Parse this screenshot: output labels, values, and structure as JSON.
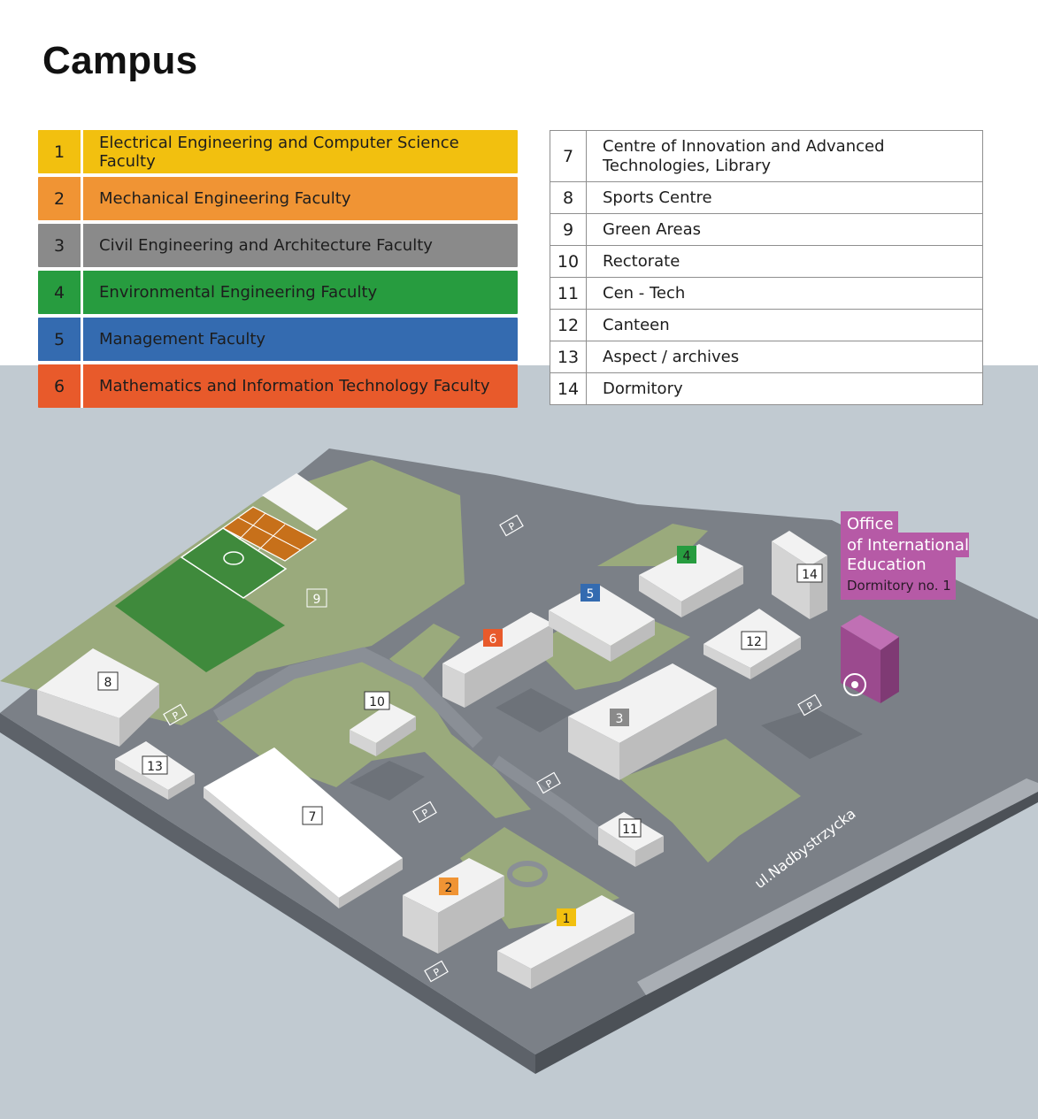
{
  "page": {
    "title": "Campus"
  },
  "faculties": [
    {
      "num": "1",
      "label": "Electrical Engineering and Computer Science Faculty",
      "color": "#f2c00f"
    },
    {
      "num": "2",
      "label": "Mechanical Engineering Faculty",
      "color": "#f09434"
    },
    {
      "num": "3",
      "label": "Civil Engineering and Architecture Faculty",
      "color": "#8a8a8a"
    },
    {
      "num": "4",
      "label": "Environmental Engineering Faculty",
      "color": "#279c3f"
    },
    {
      "num": "5",
      "label": "Management Faculty",
      "color": "#346bb0"
    },
    {
      "num": "6",
      "label": "Mathematics and Information Technology Faculty",
      "color": "#e85a2b"
    }
  ],
  "other_buildings": [
    {
      "num": "7",
      "label": "Centre of Innovation and Advanced Technologies, Library"
    },
    {
      "num": "8",
      "label": "Sports Centre"
    },
    {
      "num": "9",
      "label": "Green Areas"
    },
    {
      "num": "10",
      "label": "Rectorate"
    },
    {
      "num": "11",
      "label": "Cen - Tech"
    },
    {
      "num": "12",
      "label": "Canteen"
    },
    {
      "num": "13",
      "label": "Aspect / archives"
    },
    {
      "num": "14",
      "label": "Dormitory"
    }
  ],
  "map": {
    "callout": {
      "line1": "Office",
      "line2": "of International",
      "line3": "Education",
      "line4": "Dormitory no. 1",
      "color": "#b65aa6"
    },
    "street": "ul.Nadbystrzycka",
    "parking_label": "P",
    "markers": {
      "m1": "1",
      "m2": "2",
      "m3": "3",
      "m4": "4",
      "m5": "5",
      "m6": "6",
      "m7": "7",
      "m8": "8",
      "m9": "9",
      "m10": "10",
      "m11": "11",
      "m12": "12",
      "m13": "13",
      "m14": "14"
    },
    "colors": {
      "ground": "#7b8087",
      "grass": "#9aaa7c",
      "dark_grass": "#3f8a3c",
      "building": "#eeeeee",
      "edge": "#5d6269"
    }
  }
}
